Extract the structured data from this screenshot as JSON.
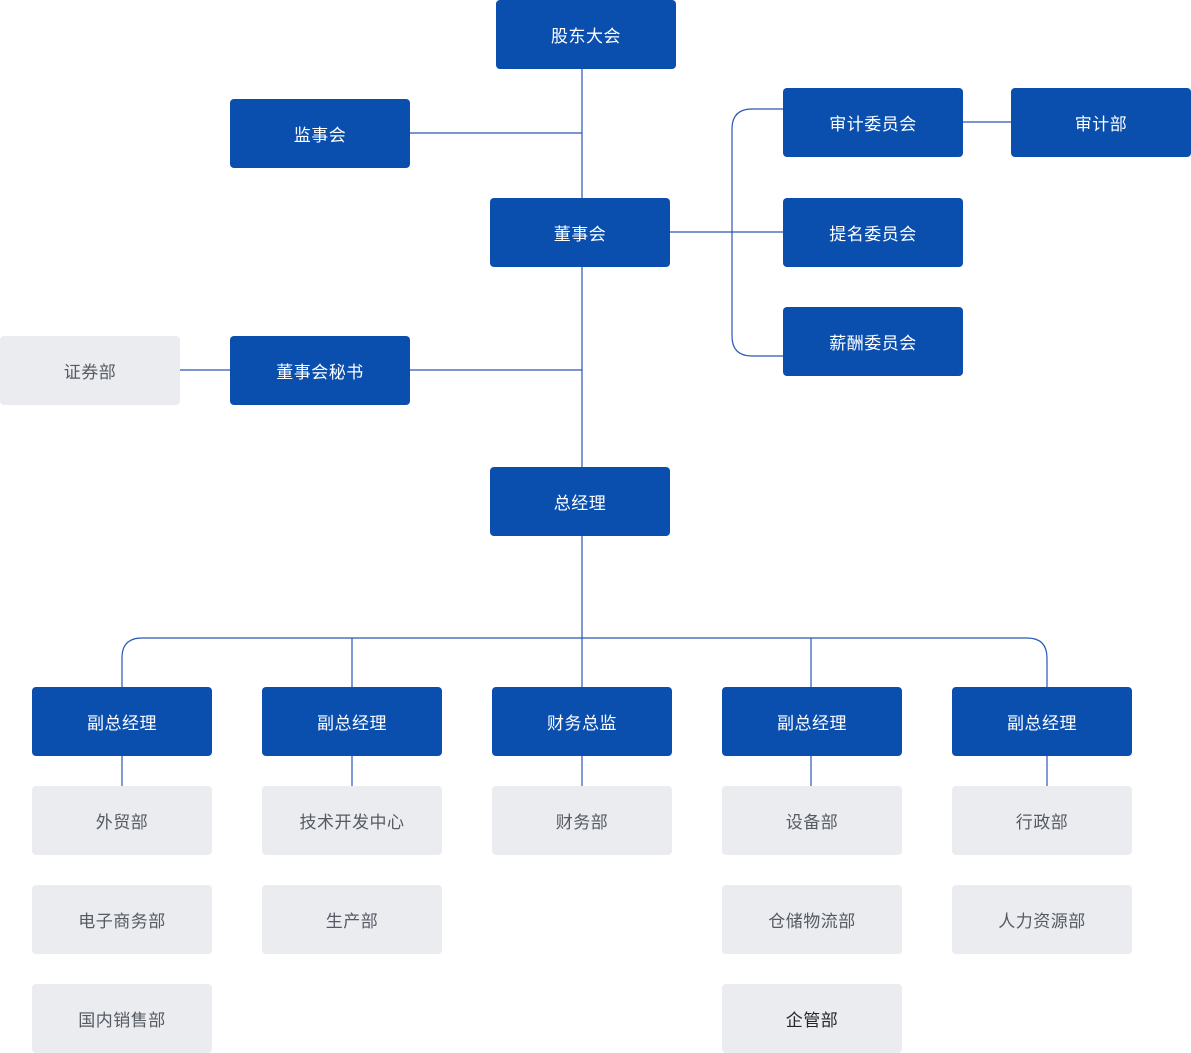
{
  "nodes": {
    "shareholders_meeting": "股东大会",
    "supervisory_board": "监事会",
    "board_of_directors": "董事会",
    "audit_committee": "审计委员会",
    "audit_department": "审计部",
    "nomination_committee": "提名委员会",
    "remuneration_committee": "薪酬委员会",
    "board_secretary": "董事会秘书",
    "securities_department": "证券部",
    "general_manager": "总经理",
    "deputy_gm_1": "副总经理",
    "deputy_gm_2": "副总经理",
    "finance_director": "财务总监",
    "deputy_gm_3": "副总经理",
    "deputy_gm_4": "副总经理",
    "foreign_trade_department": "外贸部",
    "ecommerce_department": "电子商务部",
    "domestic_sales_department": "国内销售部",
    "tech_development_center": "技术开发中心",
    "production_department": "生产部",
    "finance_department": "财务部",
    "equipment_department": "设备部",
    "warehouse_logistics_department": "仓储物流部",
    "enterprise_management_department": "企管部",
    "administration_department": "行政部",
    "hr_department": "人力资源部"
  },
  "colors": {
    "primary": "#0a4fad",
    "secondary": "#ebecf0",
    "connector": "#2a56b5"
  }
}
